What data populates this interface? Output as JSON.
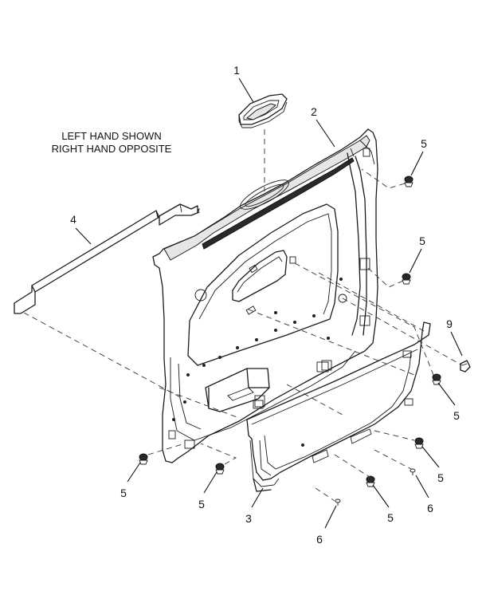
{
  "note": {
    "line1": "LEFT HAND SHOWN",
    "line2": "RIGHT HAND OPPOSITE"
  },
  "callouts": {
    "c1": "1",
    "c2": "2",
    "c3": "3",
    "c4": "4",
    "c5a": "5",
    "c5b": "5",
    "c5c": "5",
    "c5d": "5",
    "c5e": "5",
    "c5f": "5",
    "c5g": "5",
    "c6a": "6",
    "c6b": "6",
    "c9": "9"
  }
}
